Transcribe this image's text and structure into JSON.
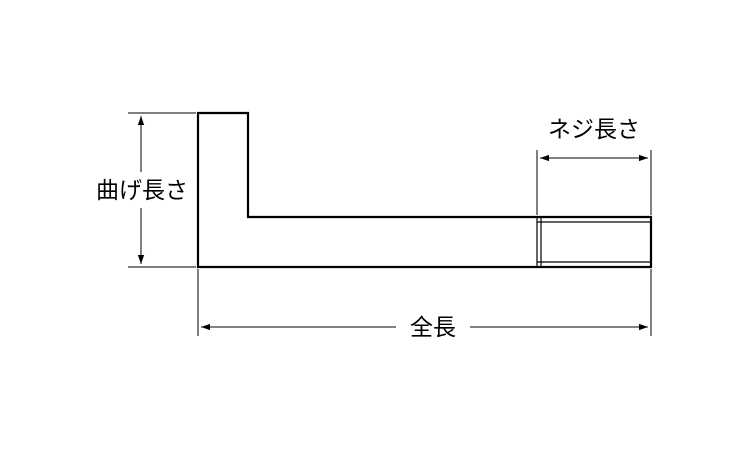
{
  "labels": {
    "bend_length": "曲げ長さ",
    "thread_length": "ネジ長さ",
    "total_length": "全長"
  },
  "colors": {
    "line": "#000000",
    "background": "#ffffff"
  }
}
